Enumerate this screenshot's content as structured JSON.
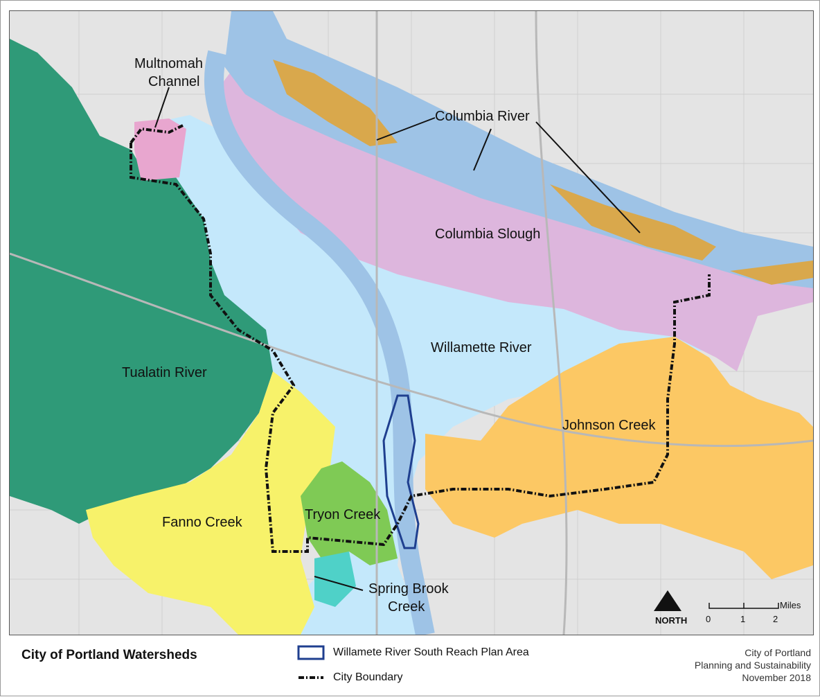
{
  "title": "City of Portland Watersheds",
  "colors": {
    "river": "#9ec3e6",
    "willamette": "#c4e8fb",
    "columbia_slough": "#ddb6dd",
    "tualatin": "#2f9a78",
    "fanno": "#f7f26a",
    "tryon": "#7fca55",
    "spring_brook": "#4fd1c8",
    "johnson": "#fcc864",
    "columbia_islands": "#d9a84c",
    "multnomah": "#e8a6cf",
    "boundary": "#111111",
    "plan_area": "#1f3f8f"
  },
  "map": {
    "labels": {
      "multnomah": [
        "Multnomah",
        "Channel"
      ],
      "columbia_river": "Columbia River",
      "columbia_slough": "Columbia Slough",
      "willamette_river": "Willamette River",
      "tualatin_river": "Tualatin River",
      "johnson_creek": "Johnson Creek",
      "fanno_creek": "Fanno Creek",
      "tryon_creek": "Tryon Creek",
      "spring_brook": [
        "Spring Brook",
        "Creek"
      ]
    },
    "north": "NORTH",
    "scale": {
      "ticks": [
        "0",
        "1",
        "2"
      ],
      "unit": "Miles"
    }
  },
  "legend": {
    "plan_area": "Willamete River South Reach Plan Area",
    "city_boundary": "City Boundary"
  },
  "credit": [
    "City of Portland",
    "Planning and Sustainability",
    "November 2018"
  ]
}
